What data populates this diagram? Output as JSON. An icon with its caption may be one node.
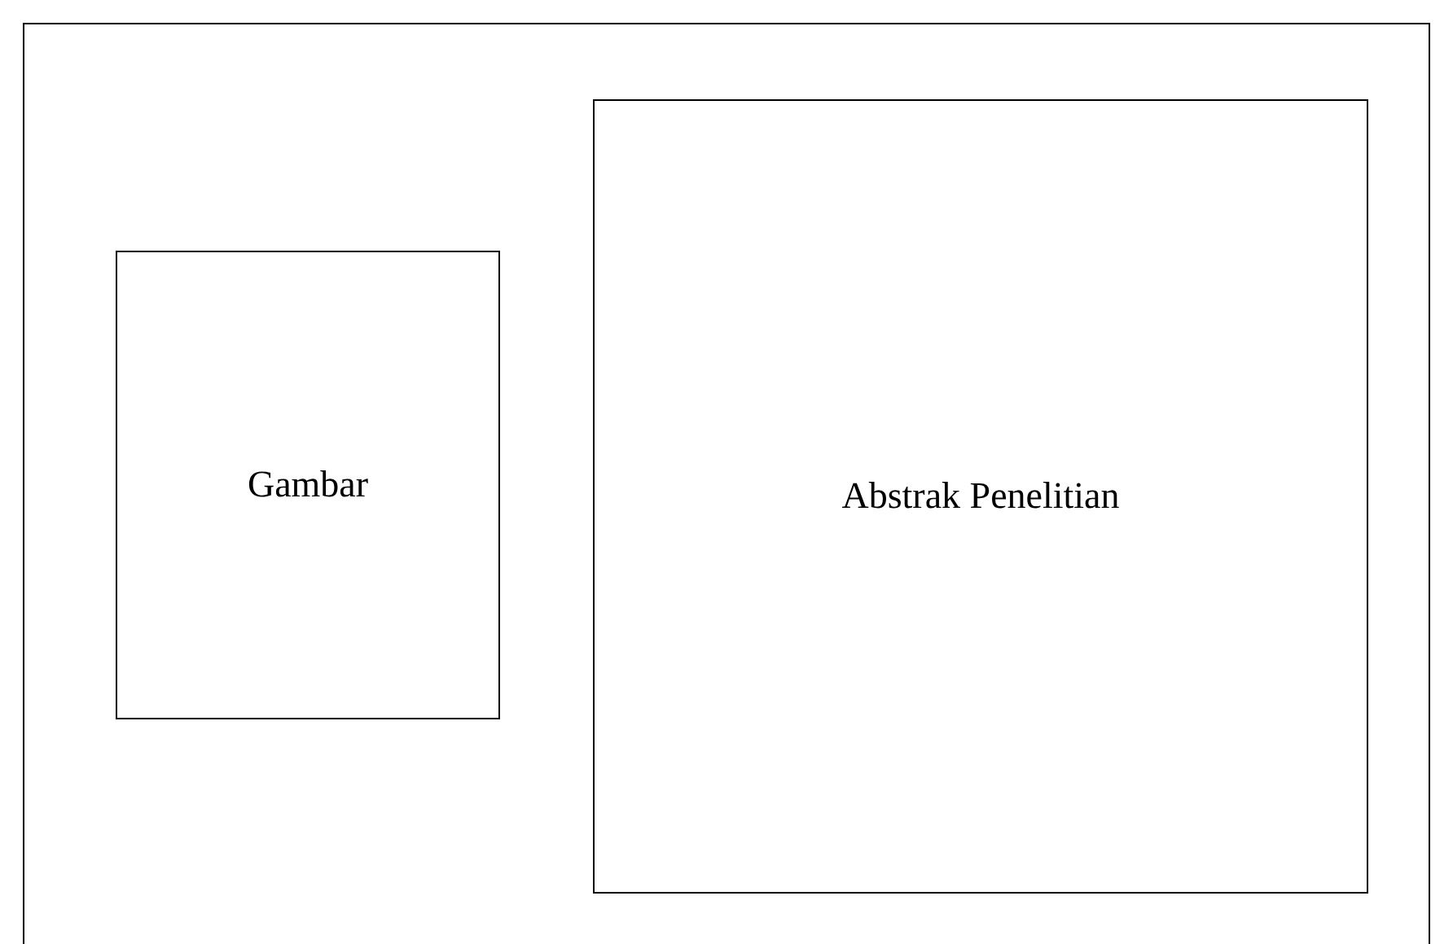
{
  "diagram": {
    "nodes": [
      {
        "text": [],
        "shape": "box"
      },
      {
        "text": [
          "Gambar"
        ],
        "in": 0
      },
      {
        "text": [
          "Abstrak Penelitian"
        ],
        "in": 0
      }
    ]
  }
}
